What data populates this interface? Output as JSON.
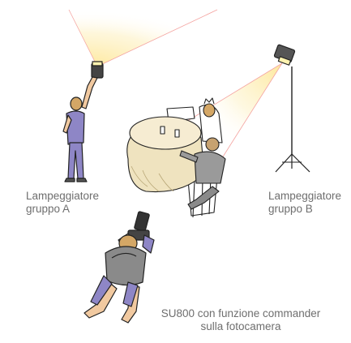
{
  "labels": {
    "flash_group_a": [
      "Lampeggiatore",
      "gruppo A"
    ],
    "flash_group_b": [
      "Lampeggiatore",
      "gruppo B"
    ],
    "commander": [
      "SU800 con funzione commander",
      "sulla fotocamera"
    ]
  },
  "colors": {
    "light_beam": "#fde89a",
    "beam_edge": "#f4a3a0",
    "outline": "#222222",
    "shirt": "#8e86c6",
    "skin": "#f1c9a0",
    "hair": "#d4a766",
    "tablecloth": "#efe3bf",
    "jacket": "#9a9a9a",
    "label_text": "#6e6e6e"
  }
}
